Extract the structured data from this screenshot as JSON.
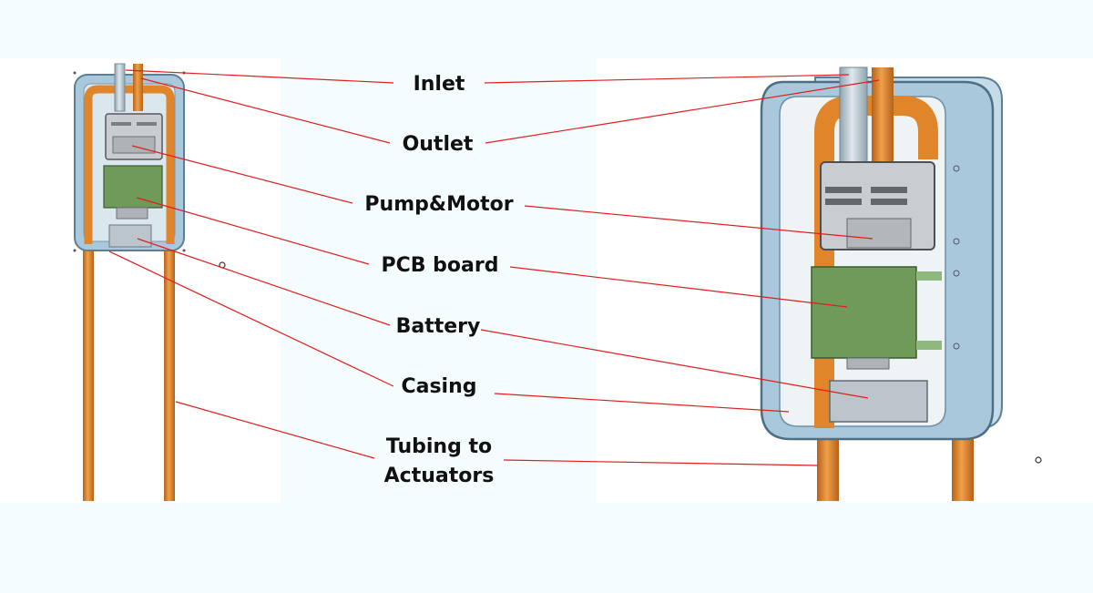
{
  "labels": {
    "inlet": "Inlet",
    "outlet": "Outlet",
    "pump_motor": "Pump&Motor",
    "pcb_board": "PCB board",
    "battery": "Battery",
    "casing": "Casing",
    "tubing_line1": "Tubing to",
    "tubing_line2": "Actuators"
  },
  "colors": {
    "background": "#f4fcfd",
    "panel": "#ffffff",
    "tube_orange": "#e8892a",
    "tube_orange_dark": "#b5621a",
    "tube_grey": "#b9cad3",
    "casing_blue": "#a9c8dc",
    "casing_edge": "#5d7f96",
    "pump_grey": "#c9cdd1",
    "pcb_green": "#6f9a5a",
    "battery_grey": "#bcc5cc",
    "leader_line": "#e01e1e"
  }
}
